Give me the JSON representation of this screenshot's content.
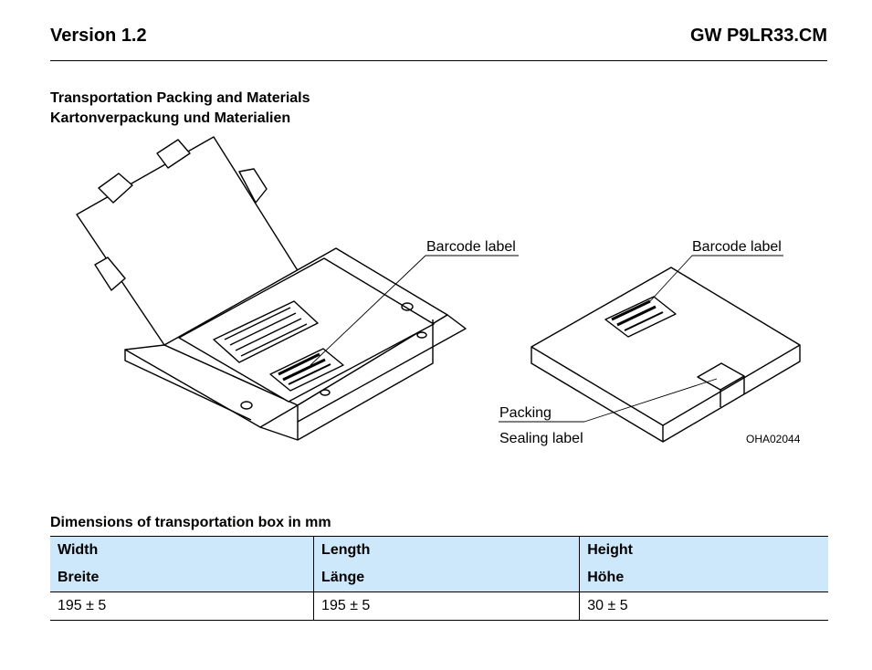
{
  "header": {
    "version": "Version 1.2",
    "part_number": "GW P9LR33.CM"
  },
  "section": {
    "title_en": "Transportation Packing and Materials",
    "title_de": "Kartonverpackung und Materialien"
  },
  "figure": {
    "barcode_label_left": "Barcode label",
    "barcode_label_right": "Barcode label",
    "packing": "Packing",
    "sealing_label": "Sealing label",
    "figure_id": "OHA02044"
  },
  "dimensions_table": {
    "title": "Dimensions of transportation box in mm",
    "headers": [
      {
        "en": "Width",
        "de": "Breite"
      },
      {
        "en": "Length",
        "de": "Länge"
      },
      {
        "en": "Height",
        "de": "Höhe"
      }
    ],
    "rows": [
      [
        "195 ± 5",
        "195 ± 5",
        "30 ± 5"
      ]
    ],
    "header_color": "#cde8fa"
  }
}
